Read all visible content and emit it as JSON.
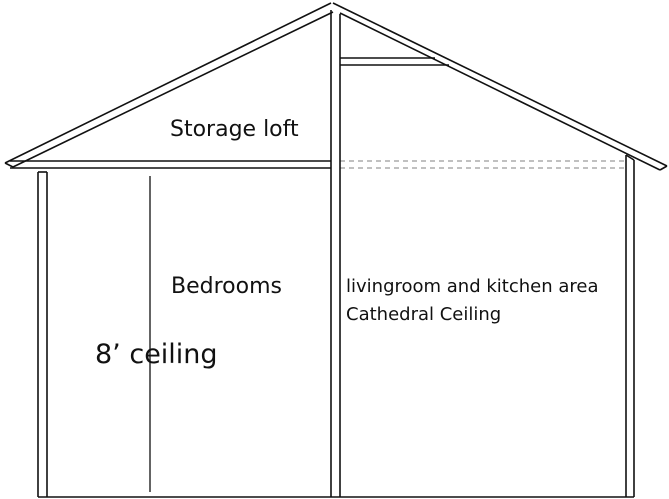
{
  "labels": {
    "storage": "Storage loft",
    "bedrooms": "Bedrooms",
    "ceiling_height": "8’ ceiling",
    "living_area": "livingroom and kitchen area",
    "cathedral": "Cathedral Ceiling"
  },
  "colors": {
    "stroke": "#111111",
    "dashed": "#9a9a9a",
    "background": "#ffffff"
  }
}
